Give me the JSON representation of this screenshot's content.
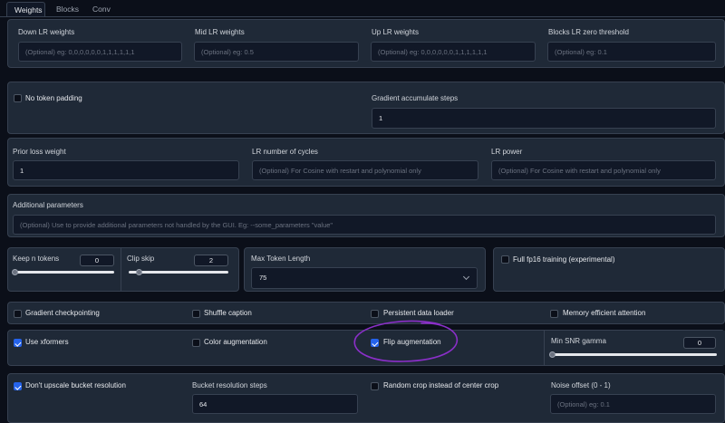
{
  "tabs": [
    {
      "label": "Weights",
      "active": true
    },
    {
      "label": "Blocks",
      "active": false
    },
    {
      "label": "Conv",
      "active": false
    }
  ],
  "lr_weights": {
    "down": {
      "label": "Down LR weights",
      "placeholder": "(Optional) eg: 0,0,0,0,0,0,1,1,1,1,1,1"
    },
    "mid": {
      "label": "Mid LR weights",
      "placeholder": "(Optional) eg: 0.5"
    },
    "up": {
      "label": "Up LR weights",
      "placeholder": "(Optional) eg: 0,0,0,0,0,0,1,1,1,1,1,1"
    },
    "threshold": {
      "label": "Blocks LR zero threshold",
      "placeholder": "(Optional) eg: 0.1"
    }
  },
  "no_token_padding": {
    "label": "No token padding",
    "checked": false
  },
  "gradient_accumulate": {
    "label": "Gradient accumulate steps",
    "value": "1"
  },
  "prior_loss": {
    "label": "Prior loss weight",
    "value": "1"
  },
  "lr_cycles": {
    "label": "LR number of cycles",
    "placeholder": "(Optional) For Cosine with restart and polynomial only"
  },
  "lr_power": {
    "label": "LR power",
    "placeholder": "(Optional) For Cosine with restart and polynomial only"
  },
  "additional": {
    "label": "Additional parameters",
    "placeholder": "(Optional) Use to provide additional parameters not handled by the GUI. Eg: --some_parameters \"value\""
  },
  "keep_tokens": {
    "label": "Keep n tokens",
    "value": "0",
    "level": 0.0
  },
  "clip_skip": {
    "label": "Clip skip",
    "value": "2",
    "level": 0.1
  },
  "max_token": {
    "label": "Max Token Length",
    "value": "75"
  },
  "full_fp16": {
    "label": "Full fp16 training (experimental)",
    "checked": false
  },
  "row_checks": [
    {
      "label": "Gradient checkpointing",
      "checked": false
    },
    {
      "label": "Shuffle caption",
      "checked": false
    },
    {
      "label": "Persistent data loader",
      "checked": false
    },
    {
      "label": "Memory efficient attention",
      "checked": false
    }
  ],
  "row_checks2": [
    {
      "label": "Use xformers",
      "checked": true
    },
    {
      "label": "Color augmentation",
      "checked": false
    },
    {
      "label": "Flip augmentation",
      "checked": true
    }
  ],
  "min_snr": {
    "label": "Min SNR gamma",
    "value": "0",
    "level": 0.0
  },
  "dont_upscale": {
    "label": "Don't upscale bucket resolution",
    "checked": true
  },
  "bucket_steps": {
    "label": "Bucket resolution steps",
    "value": "64"
  },
  "random_crop": {
    "label": "Random crop instead of center crop",
    "checked": false
  },
  "noise_offset": {
    "label": "Noise offset (0 - 1)",
    "placeholder": "(Optional) eg: 0.1"
  },
  "colors": {
    "accent": "#2563eb",
    "annotation": "#8b2fc9"
  }
}
